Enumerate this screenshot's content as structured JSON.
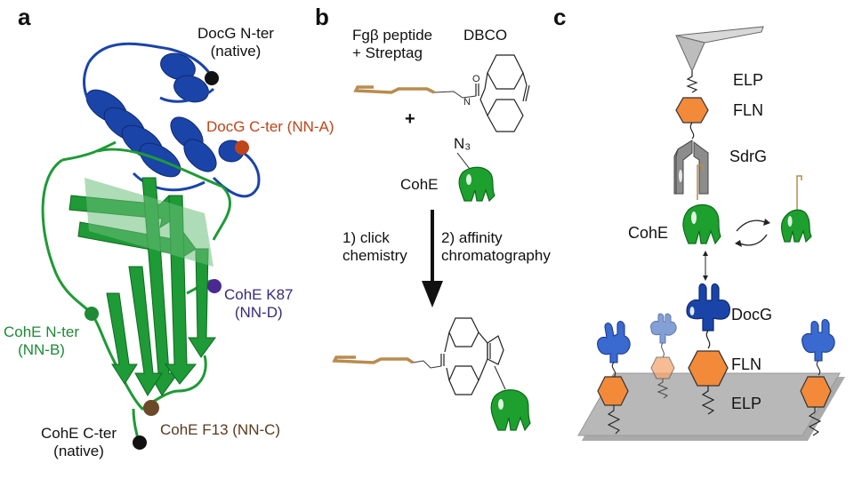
{
  "colors": {
    "docg": "#1b44a8",
    "docg_light": "#5a80c8",
    "cohe": "#1e9a36",
    "cohe_dark": "#167a2a",
    "peptide": "#b98b4e",
    "fln": "#f28a3a",
    "sdrg": "#8c8c8c",
    "surface": "#b8b8b8",
    "nna": "#c0441a",
    "nnd": "#3a2a78",
    "nnb": "#1e8a36",
    "nnc": "#5a3a1e",
    "native": "#111111"
  },
  "panel_a": {
    "panel_label": "a",
    "labels": {
      "docg_nter": "DocG N-ter",
      "docg_nter_sub": "(native)",
      "docg_cter": "DocG C-ter (NN-A)",
      "cohe_k87": "CohE K87",
      "cohe_k87_sub": "(NN-D)",
      "cohe_nter": "CohE N-ter",
      "cohe_nter_sub": "(NN-B)",
      "cohe_f13": "CohE F13 (NN-C)",
      "cohe_cter": "CohE C-ter",
      "cohe_cter_sub": "(native)"
    }
  },
  "panel_b": {
    "panel_label": "b",
    "peptide_label_1": "Fgβ peptide",
    "peptide_label_2": "+ Streptag",
    "dbco_label": "DBCO",
    "plus": "+",
    "azide_label": "N₃",
    "cohe_label": "CohE",
    "step1_line1": "1) click",
    "step1_line2": "chemistry",
    "step2_line1": "2) affinity",
    "step2_line2": "chromatography",
    "atom_o": "O",
    "atom_n": "N"
  },
  "panel_c": {
    "panel_label": "c",
    "elp_top": "ELP",
    "fln_top": "FLN",
    "sdrg": "SdrG",
    "cohe": "CohE",
    "docg": "DocG",
    "fln_bottom": "FLN",
    "elp_bottom": "ELP"
  }
}
